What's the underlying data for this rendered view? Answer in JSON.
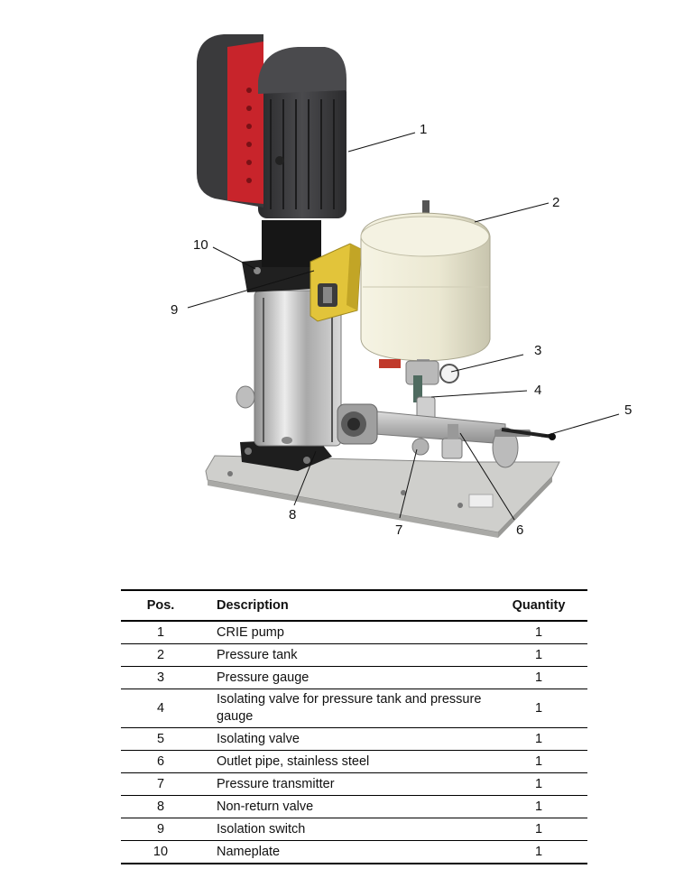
{
  "figure": {
    "callouts": [
      {
        "pos": "1"
      },
      {
        "pos": "2"
      },
      {
        "pos": "3"
      },
      {
        "pos": "4"
      },
      {
        "pos": "5"
      },
      {
        "pos": "6"
      },
      {
        "pos": "7"
      },
      {
        "pos": "8"
      },
      {
        "pos": "9"
      },
      {
        "pos": "10"
      }
    ],
    "colors": {
      "motor": "#3b3b3d",
      "motor_accent": "#c8242b",
      "tank": "#efedd9",
      "switch": "#e2c43a",
      "base": "#c9c9c6",
      "steel": "#bfbfbf"
    }
  },
  "table": {
    "headers": {
      "pos": "Pos.",
      "description": "Description",
      "quantity": "Quantity"
    },
    "rows": [
      {
        "pos": "1",
        "description": "CRIE pump",
        "quantity": "1"
      },
      {
        "pos": "2",
        "description": "Pressure tank",
        "quantity": "1"
      },
      {
        "pos": "3",
        "description": "Pressure gauge",
        "quantity": "1"
      },
      {
        "pos": "4",
        "description": "Isolating valve for pressure tank and pressure gauge",
        "quantity": "1"
      },
      {
        "pos": "5",
        "description": "Isolating valve",
        "quantity": "1"
      },
      {
        "pos": "6",
        "description": "Outlet pipe, stainless steel",
        "quantity": "1"
      },
      {
        "pos": "7",
        "description": "Pressure transmitter",
        "quantity": "1"
      },
      {
        "pos": "8",
        "description": "Non-return valve",
        "quantity": "1"
      },
      {
        "pos": "9",
        "description": "Isolation switch",
        "quantity": "1"
      },
      {
        "pos": "10",
        "description": "Nameplate",
        "quantity": "1"
      }
    ]
  }
}
